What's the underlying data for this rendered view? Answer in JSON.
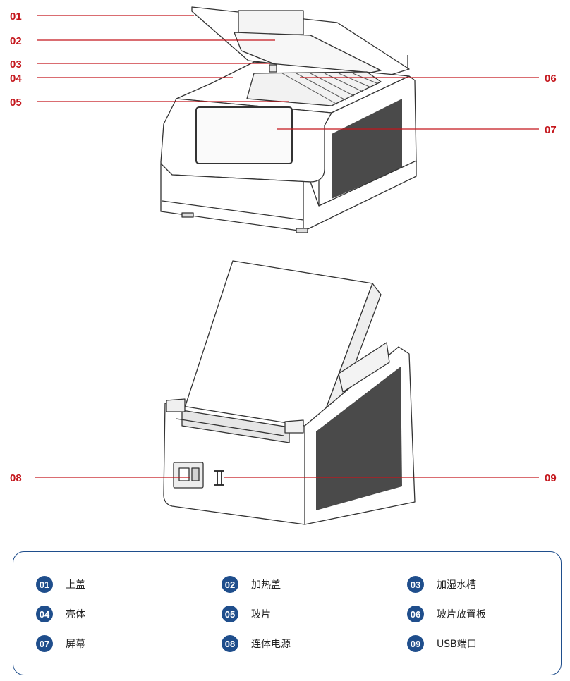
{
  "callouts": [
    {
      "num": "01",
      "label": "上盖"
    },
    {
      "num": "02",
      "label": "加热盖"
    },
    {
      "num": "03",
      "label": "加湿水槽"
    },
    {
      "num": "04",
      "label": "壳体"
    },
    {
      "num": "05",
      "label": "玻片"
    },
    {
      "num": "06",
      "label": "玻片放置板"
    },
    {
      "num": "07",
      "label": "屏幕"
    },
    {
      "num": "08",
      "label": "连体电源"
    },
    {
      "num": "09",
      "label": "USB端口"
    }
  ],
  "colors": {
    "callout": "#c4161c",
    "legend_accent": "#1f4e8c",
    "outline": "#333333"
  }
}
